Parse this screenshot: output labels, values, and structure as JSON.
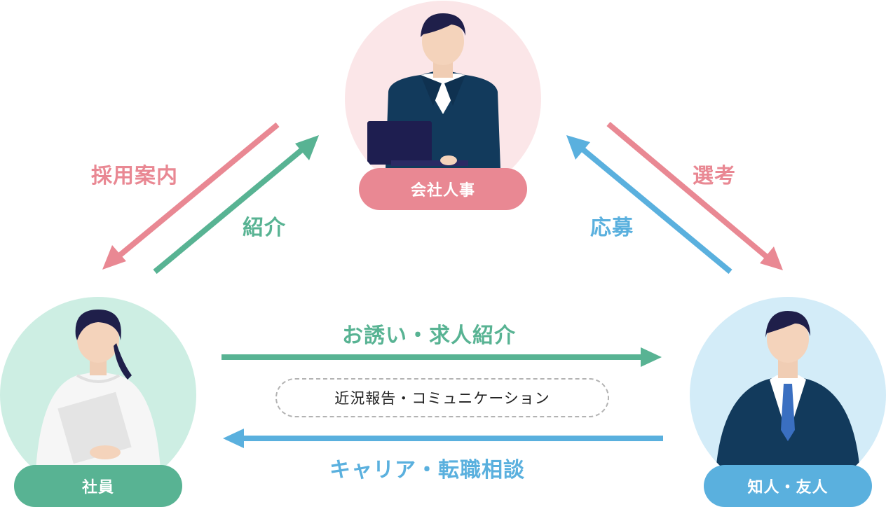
{
  "nodes": {
    "hr": {
      "label": "会社人事"
    },
    "employee": {
      "label": "社員"
    },
    "friend": {
      "label": "知人・友人"
    }
  },
  "edges": {
    "hr_to_employee": "採用案内",
    "employee_to_hr": "紹介",
    "hr_to_friend": "選考",
    "friend_to_hr": "応募",
    "employee_to_friend": "お誘い・求人紹介",
    "friend_to_employee": "キャリア・転職相談",
    "mutual": "近況報告・コミュニケーション"
  },
  "colors": {
    "pink": "#e98893",
    "green": "#58b393",
    "blue": "#5ab0de",
    "pink_bg": "#fbe6e8",
    "green_bg": "#cdeee3",
    "blue_bg": "#d3ecf8",
    "navy": "#123a5c"
  }
}
